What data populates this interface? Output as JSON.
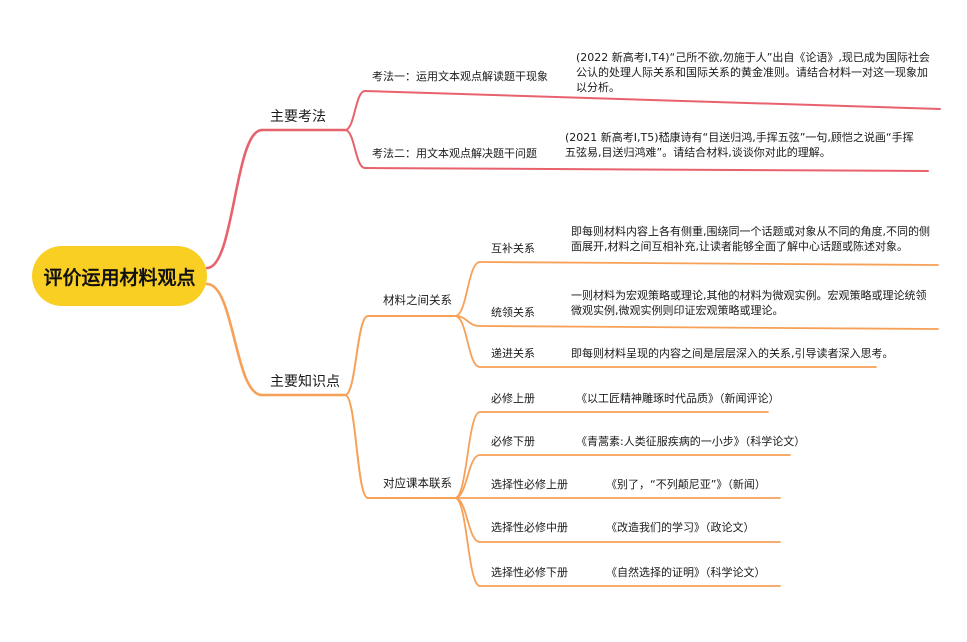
{
  "root": {
    "label": "评价运用材料观点"
  },
  "colors": {
    "root_fill": "#f9cf24",
    "exam_branch": "#e8626d",
    "knowledge_branch": "#f7a057"
  },
  "exam_points": {
    "label": "主要考法",
    "items": [
      {
        "label": "考法一：运用文本观点解读题干现象",
        "detail": "(2022 新高考Ⅰ,T4)“己所不欲,勿施于人”出自《论语》,现已成为国际社会公认的处理人际关系和国际关系的黄金准则。请结合材料一对这一现象加以分析。"
      },
      {
        "label": "考法二：用文本观点解决题干问题",
        "detail": "(2021 新高考Ⅰ,T5)嵇康诗有“目送归鸿,手挥五弦”一句,顾恺之说画“手挥五弦易,目送归鸿难”。请结合材料,谈谈你对此的理解。"
      }
    ]
  },
  "knowledge": {
    "label": "主要知识点",
    "relations": {
      "label": "材料之间关系",
      "items": [
        {
          "label": "互补关系",
          "detail": "即每则材料内容上各有侧重,围绕同一个话题或对象从不同的角度,不同的侧面展开,材料之间互相补充,让读者能够全面了解中心话题或陈述对象。"
        },
        {
          "label": "统领关系",
          "detail": "一则材料为宏观策略或理论,其他的材料为微观实例。宏观策略或理论统领微观实例,微观实例则印证宏观策略或理论。"
        },
        {
          "label": "递进关系",
          "detail": "即每则材料呈现的内容之间是层层深入的关系,引导读者深入思考。"
        }
      ]
    },
    "textbooks": {
      "label": "对应课本联系",
      "items": [
        {
          "label": "必修上册",
          "detail": "《以工匠精神雕琢时代品质》（新闻评论）"
        },
        {
          "label": "必修下册",
          "detail": "《青蒿素:人类征服疾病的一小步》（科学论文）"
        },
        {
          "label": "选择性必修上册",
          "detail": "《别了，“不列颠尼亚”》（新闻）"
        },
        {
          "label": "选择性必修中册",
          "detail": "《改造我们的学习》（政论文）"
        },
        {
          "label": "选择性必修下册",
          "detail": "《自然选择的证明》（科学论文）"
        }
      ]
    }
  }
}
